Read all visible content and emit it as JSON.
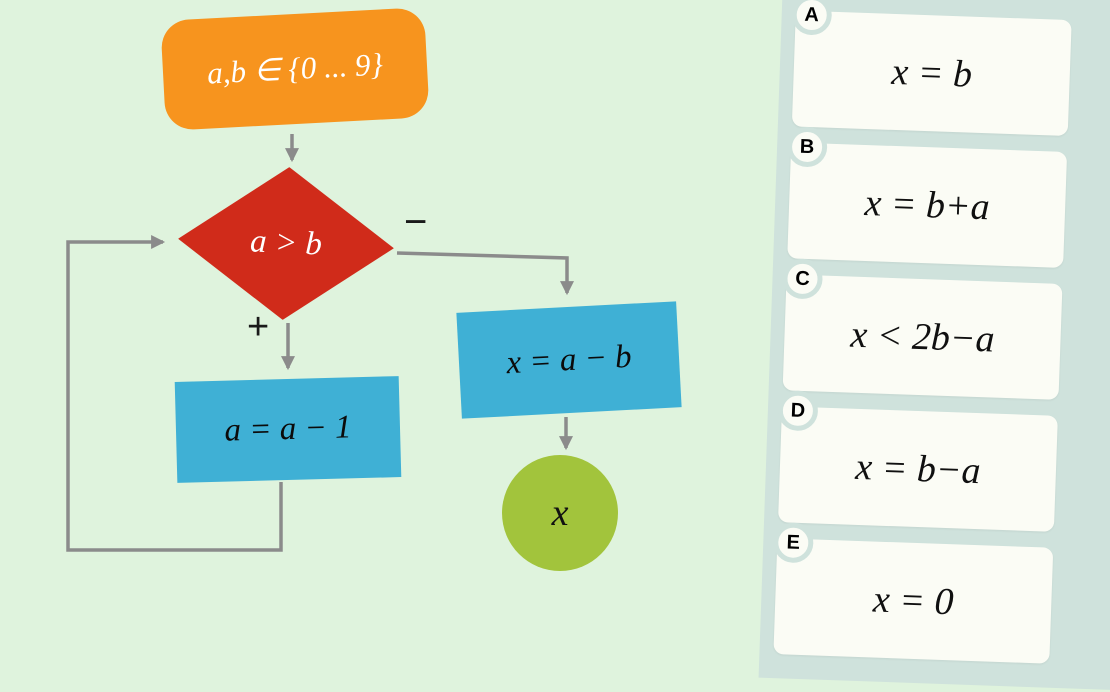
{
  "colors": {
    "background": "#dff3dd",
    "start_box": "#f7941e",
    "decision_diamond": "#d02b1a",
    "process_box": "#3fb0d5",
    "end_circle": "#a2c43c",
    "connector_gray": "#8b8b8b",
    "answers_panel": "#cfe2dc",
    "answer_card": "#fbfcf5"
  },
  "flowchart": {
    "start_label": "a,b ∈ {0 ... 9}",
    "decision_label": "a > b",
    "minus_label": "−",
    "plus_label": "+",
    "assign_right_label": "x = a − b",
    "assign_left_label": "a = a − 1",
    "end_label": "x"
  },
  "answers": {
    "cards": [
      {
        "letter": "A",
        "formula": "x = b"
      },
      {
        "letter": "B",
        "formula": "x = b+a"
      },
      {
        "letter": "C",
        "formula": "x < 2b−a"
      },
      {
        "letter": "D",
        "formula": "x = b−a"
      },
      {
        "letter": "E",
        "formula": "x = 0"
      }
    ]
  }
}
